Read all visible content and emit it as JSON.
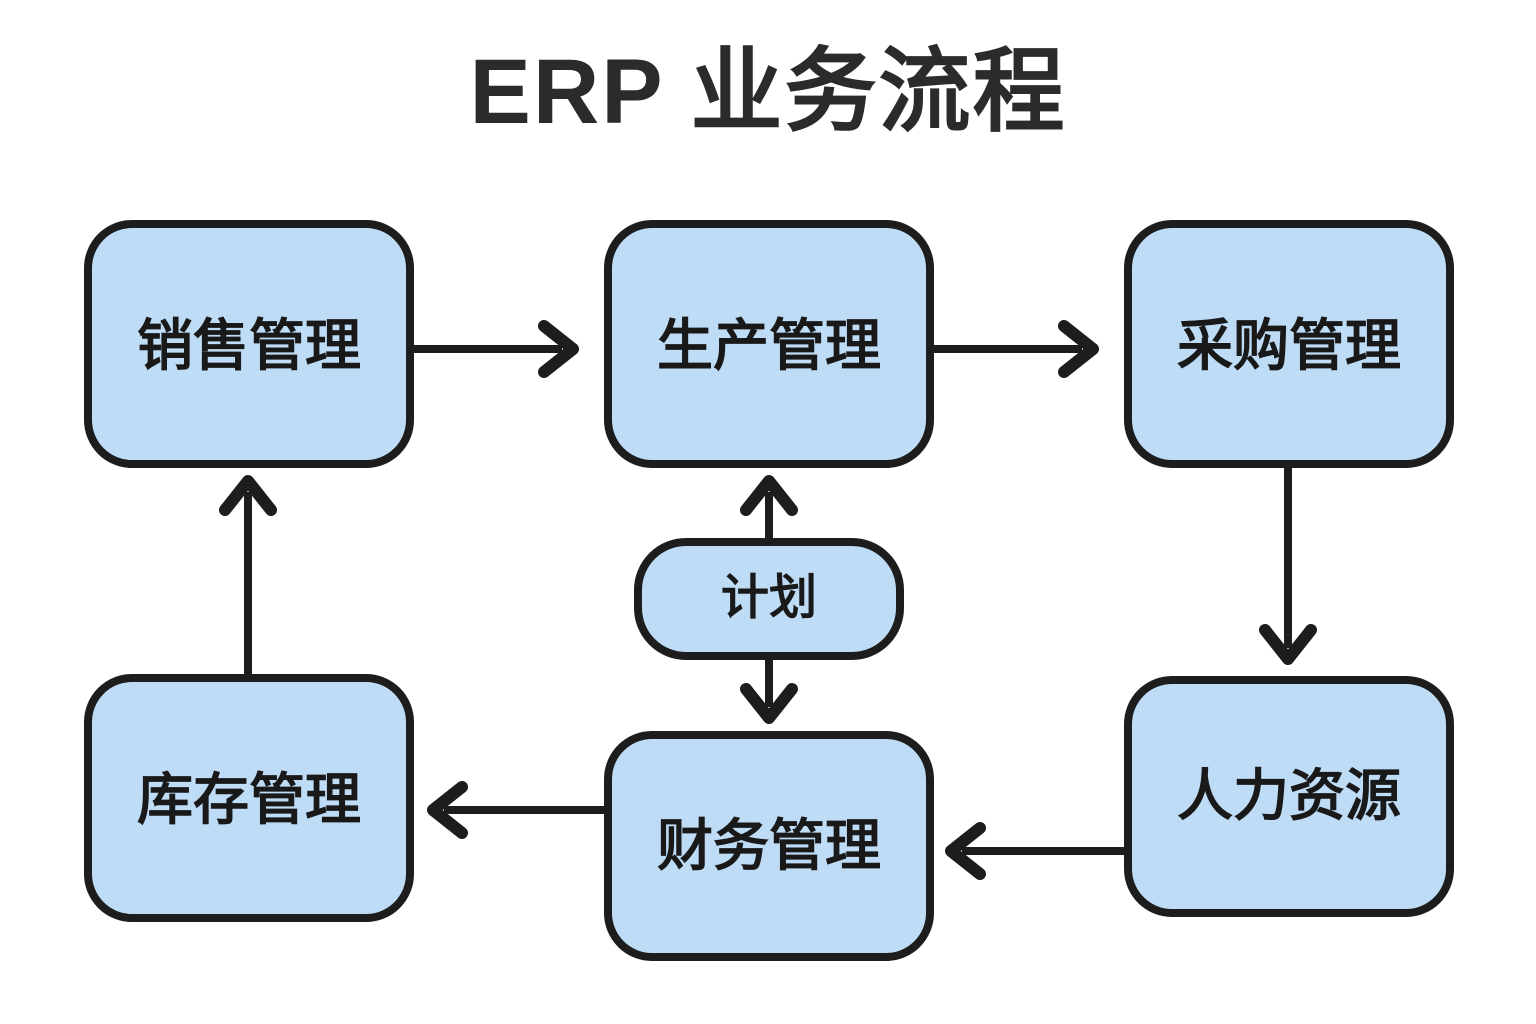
{
  "diagram": {
    "title": "ERP 业务流程",
    "colors": {
      "node_fill": "#bedcf5",
      "stroke": "#1d1d1d",
      "background": "#ffffff",
      "title_color": "#2b2b2b"
    },
    "nodes": [
      {
        "id": "sales",
        "label": "销售管理"
      },
      {
        "id": "production",
        "label": "生产管理"
      },
      {
        "id": "purchase",
        "label": "采购管理"
      },
      {
        "id": "plan",
        "label": "计划"
      },
      {
        "id": "inventory",
        "label": "库存管理"
      },
      {
        "id": "finance",
        "label": "财务管理"
      },
      {
        "id": "hr",
        "label": "人力资源"
      }
    ],
    "edges": [
      {
        "from": "销售管理",
        "to": "生产管理",
        "direction": "right"
      },
      {
        "from": "生产管理",
        "to": "采购管理",
        "direction": "right"
      },
      {
        "from": "采购管理",
        "to": "人力资源",
        "direction": "down"
      },
      {
        "from": "人力资源",
        "to": "财务管理",
        "direction": "left"
      },
      {
        "from": "财务管理",
        "to": "库存管理",
        "direction": "left"
      },
      {
        "from": "库存管理",
        "to": "销售管理",
        "direction": "up"
      },
      {
        "from": "计划",
        "to": "生产管理",
        "direction": "up"
      },
      {
        "from": "计划",
        "to": "财务管理",
        "direction": "down"
      }
    ]
  }
}
